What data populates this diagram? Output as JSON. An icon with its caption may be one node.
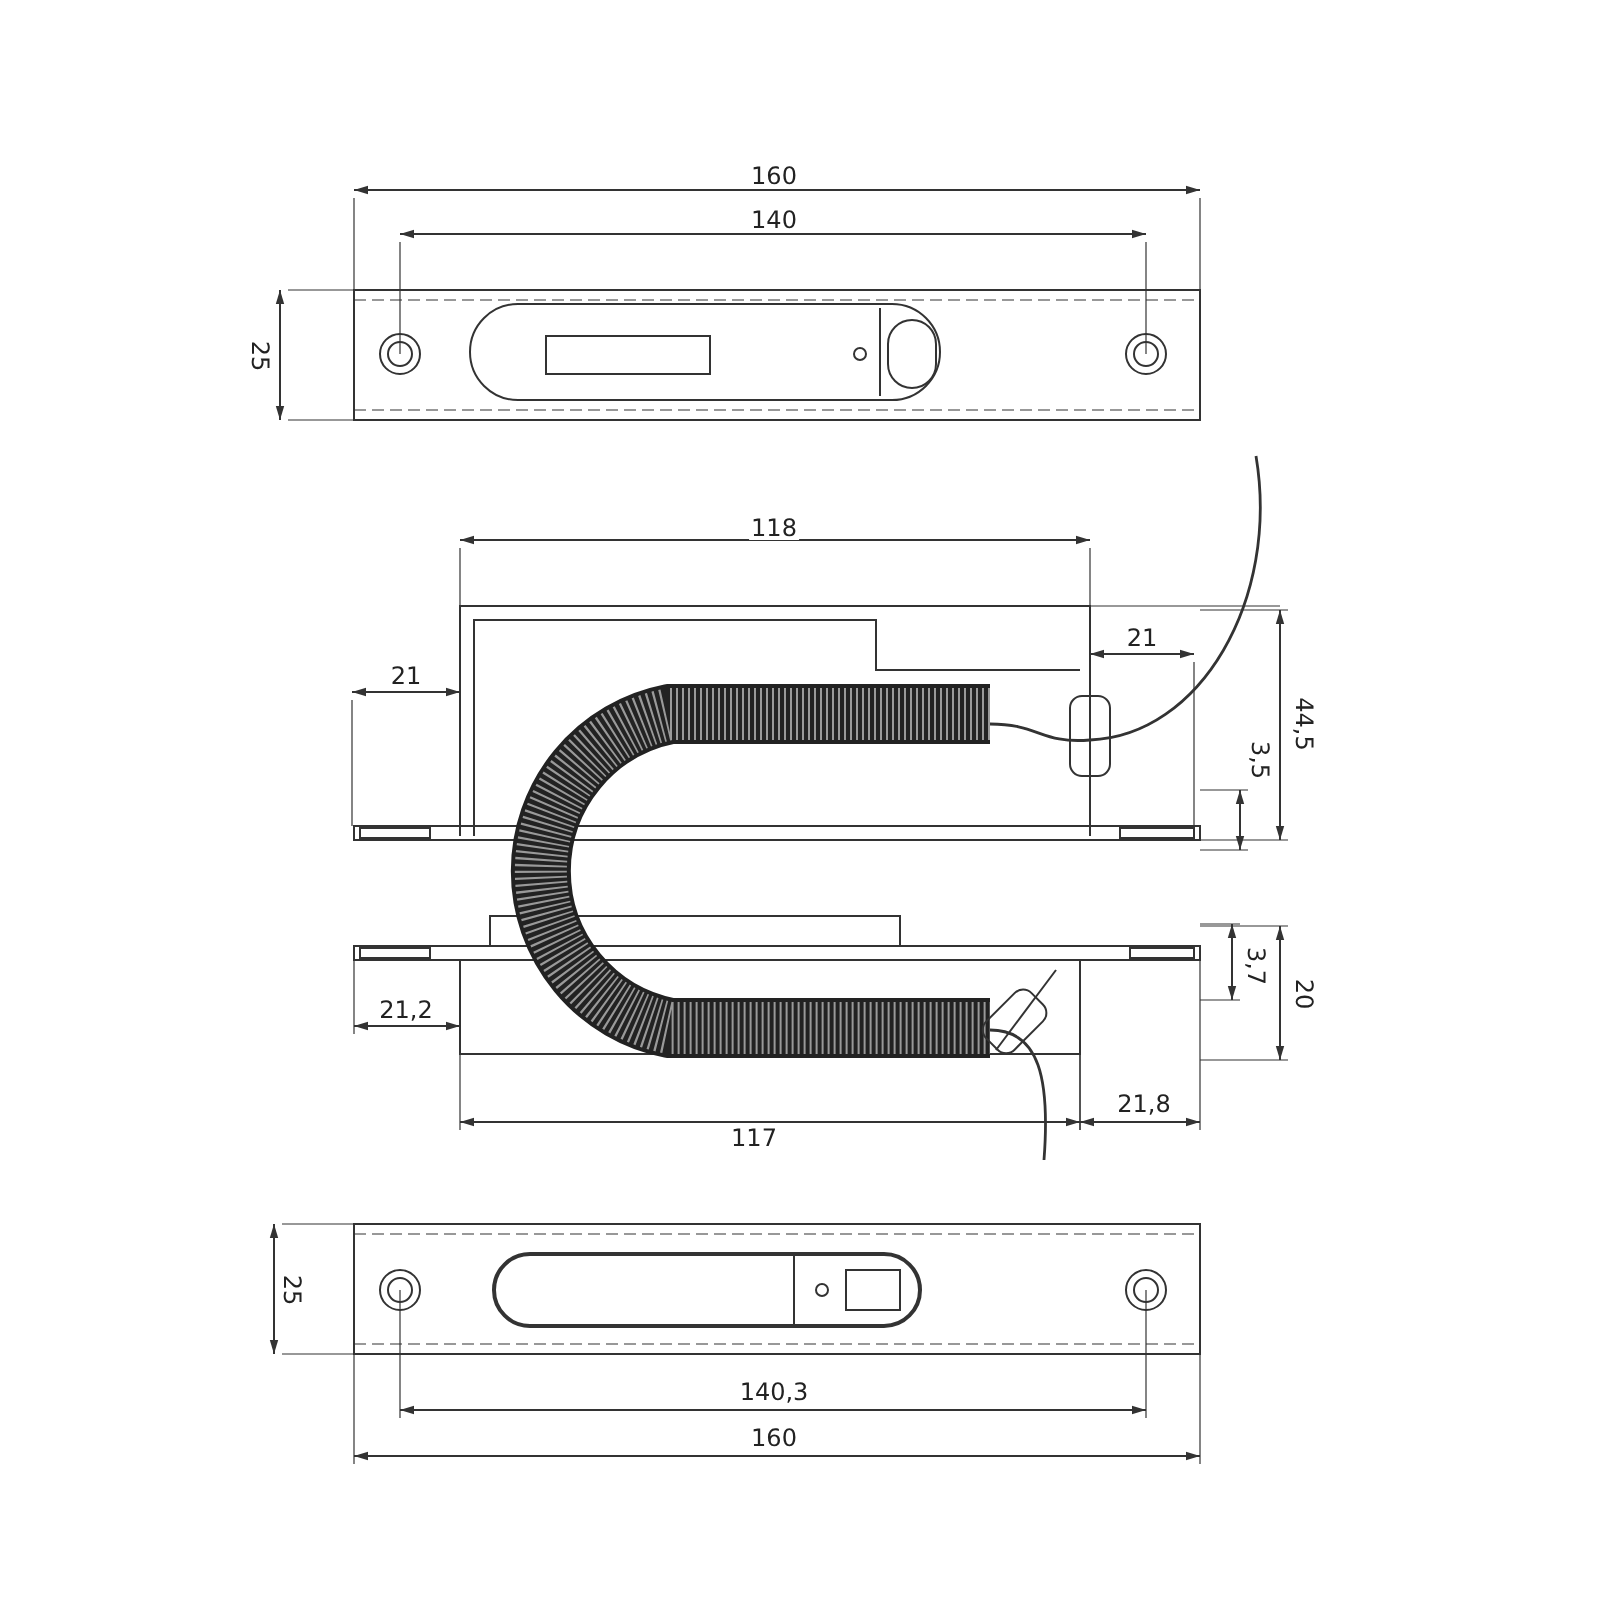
{
  "diagram": {
    "labels": [
      "160",
      "140",
      "25",
      "118",
      "21",
      "21",
      "44,5",
      "3,5",
      "21,2",
      "20",
      "3,7",
      "21,8",
      "117",
      "25",
      "140,3",
      "160"
    ]
  }
}
